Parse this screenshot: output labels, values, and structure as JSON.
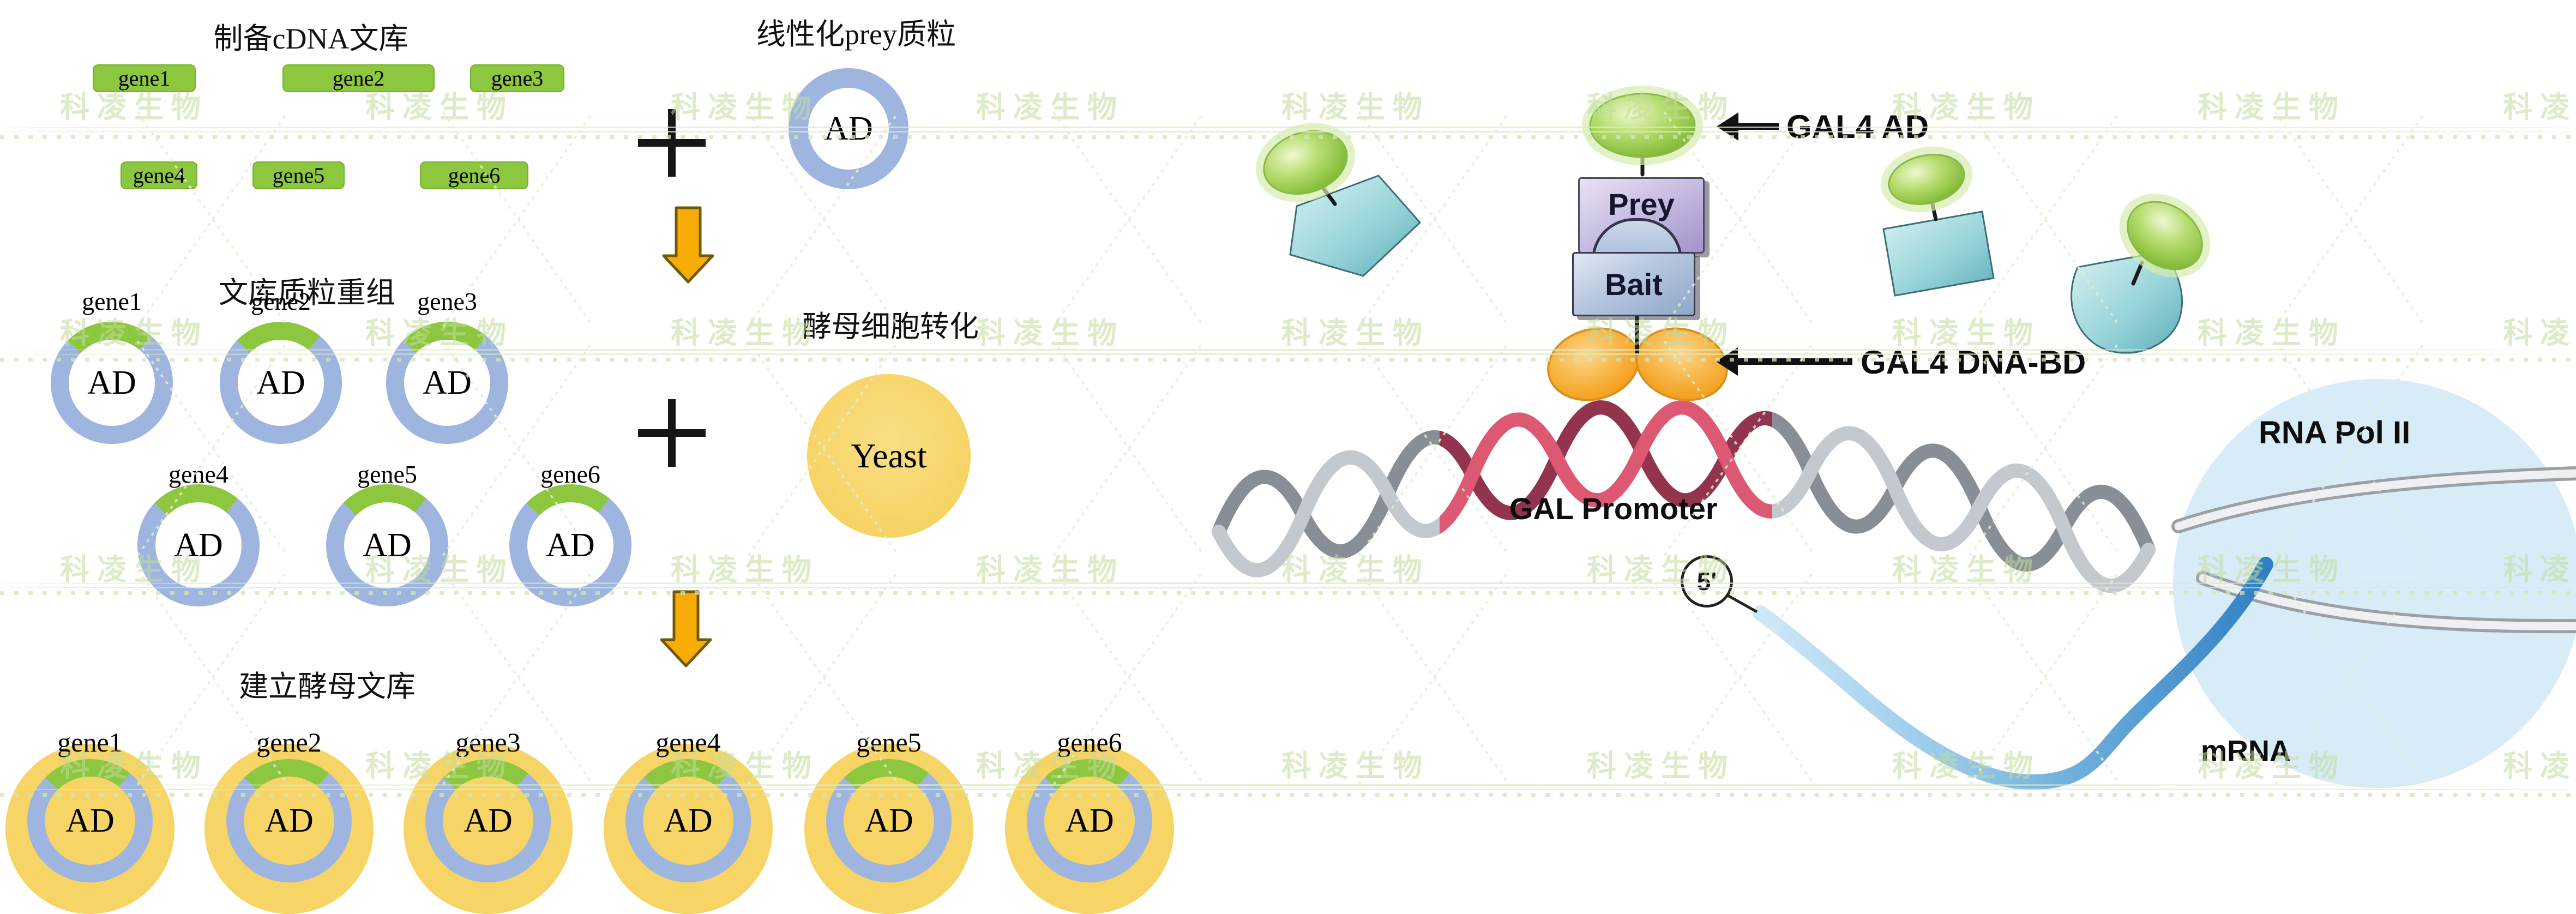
{
  "watermark": {
    "text": "科凌生物"
  },
  "genes": [
    "gene1",
    "gene2",
    "gene3",
    "gene4",
    "gene5",
    "gene6"
  ],
  "library_prep": {
    "title": "制备cDNA文库"
  },
  "recombination": {
    "title": "文库质粒重组",
    "plasmid_label": "AD"
  },
  "prey_plasmid": {
    "title": "线性化prey质粒",
    "plasmid_label": "AD"
  },
  "transformation": {
    "title": "酵母细胞转化",
    "cell_label": "Yeast"
  },
  "yeast_library": {
    "title": "建立酵母文库",
    "plasmid_label": "AD"
  },
  "gal4_diagram": {
    "ad_label": "GAL4 AD",
    "bd_label": "GAL4 DNA-BD",
    "prey_label": "Prey",
    "bait_label": "Bait",
    "promoter_label": "GAL Promoter",
    "polymerase_label": "RNA Pol II",
    "mrna_label": "mRNA",
    "five_prime_label": "5'"
  },
  "colors": {
    "green": "#8dc63f",
    "ring_blue": "#9eb5e0",
    "yeast_yellow": "#f6d466",
    "arrow_gold": "#f7ac08",
    "ink": "#141414"
  }
}
